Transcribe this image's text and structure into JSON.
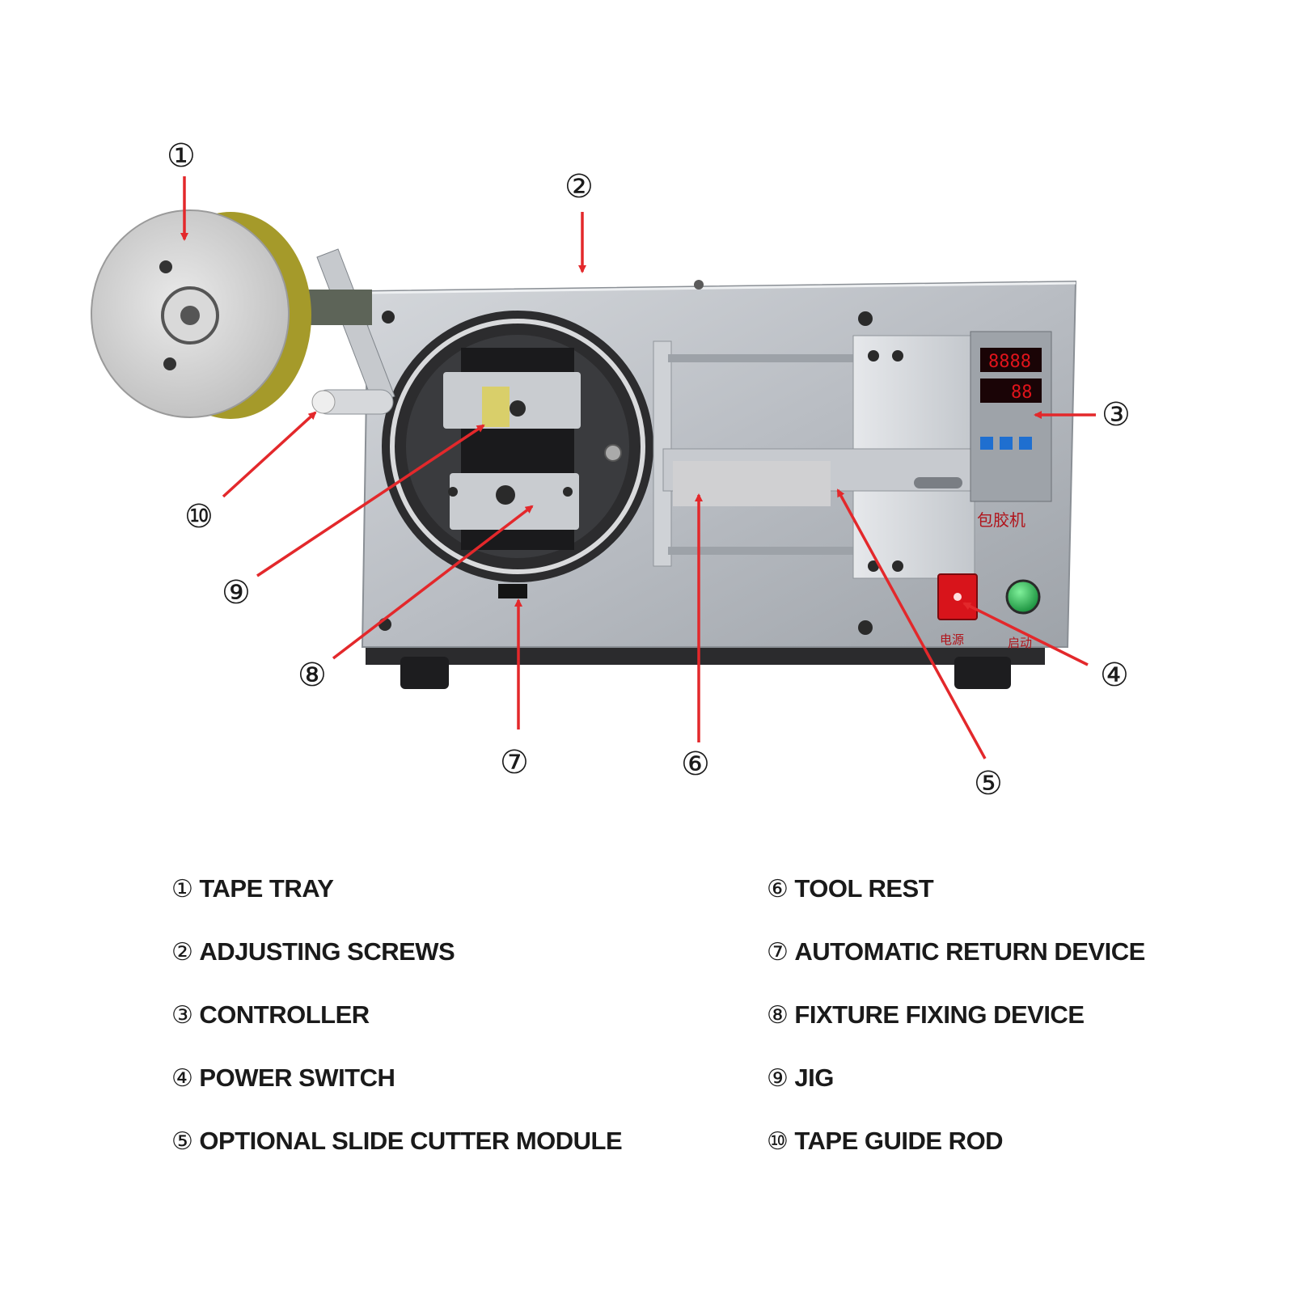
{
  "callouts": [
    {
      "num": "①",
      "label": "TAPE TRAY"
    },
    {
      "num": "②",
      "label": "ADJUSTING SCREWS"
    },
    {
      "num": "③",
      "label": "CONTROLLER"
    },
    {
      "num": "④",
      "label": "POWER SWITCH"
    },
    {
      "num": "⑤",
      "label": "OPTIONAL SLIDE CUTTER MODULE"
    },
    {
      "num": "⑥",
      "label": "TOOL REST"
    },
    {
      "num": "⑦",
      "label": "AUTOMATIC RETURN DEVICE"
    },
    {
      "num": "⑧",
      "label": "FIXTURE FIXING DEVICE"
    },
    {
      "num": "⑨",
      "label": "JIG"
    },
    {
      "num": "⑩",
      "label": "TAPE GUIDE ROD"
    }
  ],
  "machine_panel": {
    "name_text": "包胶机",
    "power_label": "电源",
    "start_label": "启动"
  },
  "colors": {
    "arrow": "#e3282b",
    "machine_body": "#b8bcc2",
    "tape": "#a59a2a",
    "button_green": "#1fae4a",
    "switch_red": "#d8141b",
    "display_red": "#e0141b"
  }
}
